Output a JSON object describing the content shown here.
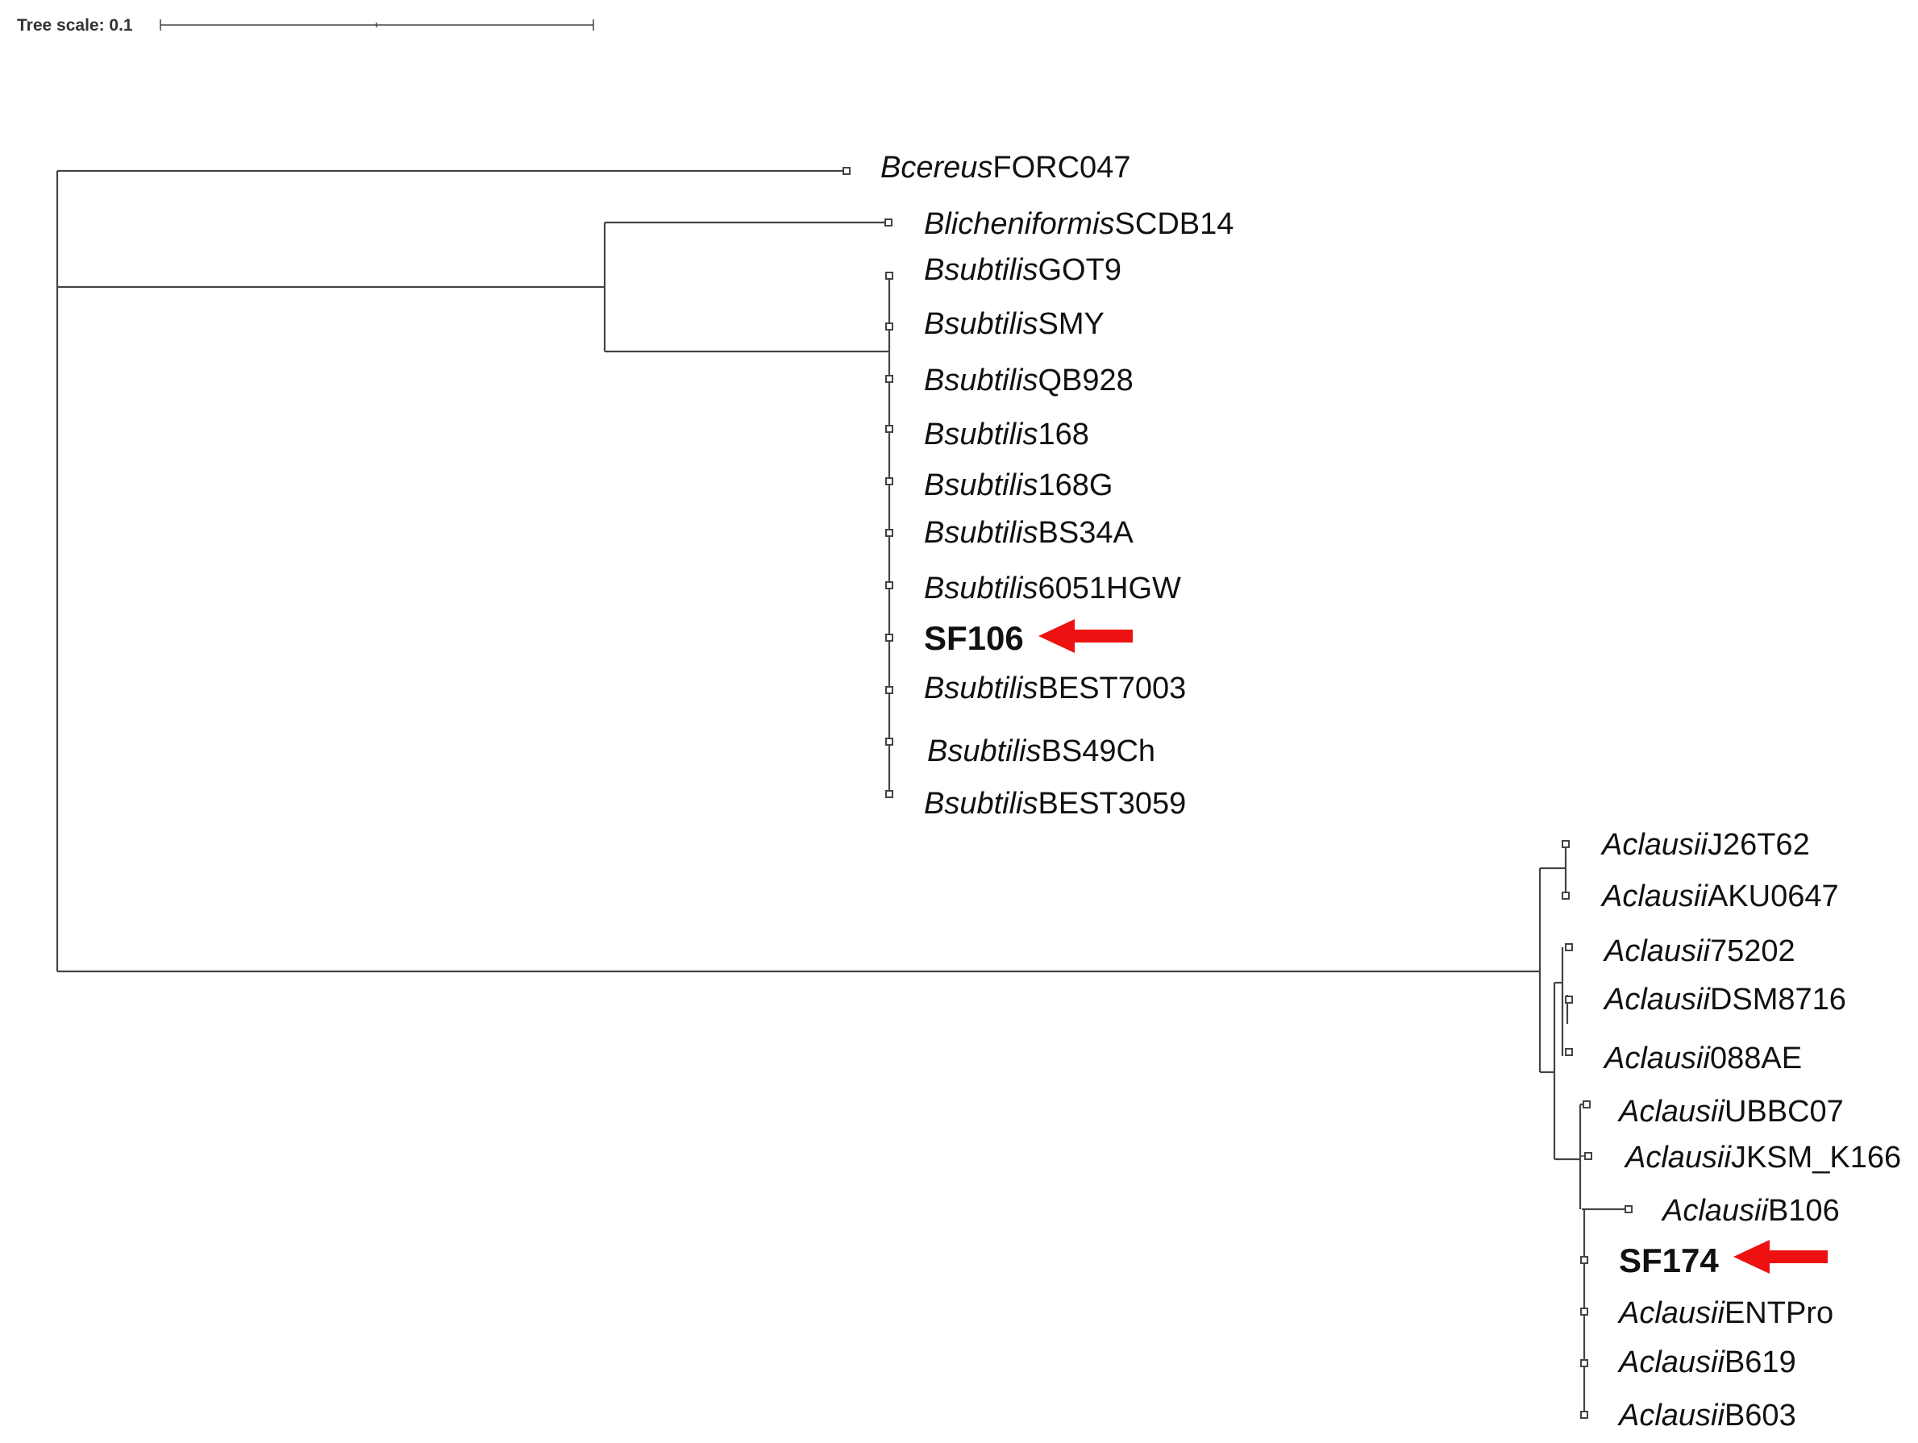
{
  "tree_scale": {
    "label": "Tree scale: 0.1"
  },
  "taxa": [
    {
      "id": "bcereus",
      "species": "Bcereus",
      "strain": "FORC047"
    },
    {
      "id": "blich",
      "species": "Blicheniformis",
      "strain": "SCDB14"
    },
    {
      "id": "bs_got9",
      "species": "Bsubtilis",
      "strain": "GOT9"
    },
    {
      "id": "bs_smy",
      "species": "Bsubtilis",
      "strain": "SMY"
    },
    {
      "id": "bs_qb928",
      "species": "Bsubtilis",
      "strain": "QB928"
    },
    {
      "id": "bs_168",
      "species": "Bsubtilis",
      "strain": "168"
    },
    {
      "id": "bs_168g",
      "species": "Bsubtilis",
      "strain": "168G"
    },
    {
      "id": "bs_bs34a",
      "species": "Bsubtilis",
      "strain": "BS34A"
    },
    {
      "id": "bs_6051hgw",
      "species": "Bsubtilis",
      "strain": "6051HGW"
    },
    {
      "id": "sf106",
      "species": "",
      "strain": "SF106",
      "highlight": true
    },
    {
      "id": "bs_best7003",
      "species": "Bsubtilis",
      "strain": "BEST7003"
    },
    {
      "id": "bs_bs49ch",
      "species": "Bsubtilis",
      "strain": "BS49Ch"
    },
    {
      "id": "bs_best3059",
      "species": "Bsubtilis",
      "strain": "BEST3059"
    },
    {
      "id": "ac_j26t62",
      "species": "Aclausii",
      "strain": "J26T62"
    },
    {
      "id": "ac_aku0647",
      "species": "Aclausii",
      "strain": "AKU0647"
    },
    {
      "id": "ac_75202",
      "species": "Aclausii",
      "strain": "75202"
    },
    {
      "id": "ac_dsm8716",
      "species": "Aclausii",
      "strain": "DSM8716"
    },
    {
      "id": "ac_088ae",
      "species": "Aclausii",
      "strain": "088AE"
    },
    {
      "id": "ac_ubbc07",
      "species": "Aclausii",
      "strain": "UBBC07"
    },
    {
      "id": "ac_jksm",
      "species": "Aclausii",
      "strain": "JKSM_K166"
    },
    {
      "id": "ac_b106",
      "species": "Aclausii",
      "strain": "B106"
    },
    {
      "id": "sf174",
      "species": "",
      "strain": "SF174",
      "highlight": true
    },
    {
      "id": "ac_entpro",
      "species": "Aclausii",
      "strain": "ENTPro"
    },
    {
      "id": "ac_b619",
      "species": "Aclausii",
      "strain": "B619"
    },
    {
      "id": "ac_b603",
      "species": "Aclausii",
      "strain": "B603"
    }
  ],
  "colors": {
    "branch": "#444444",
    "label": "#111111",
    "arrow": "#ee1111"
  }
}
